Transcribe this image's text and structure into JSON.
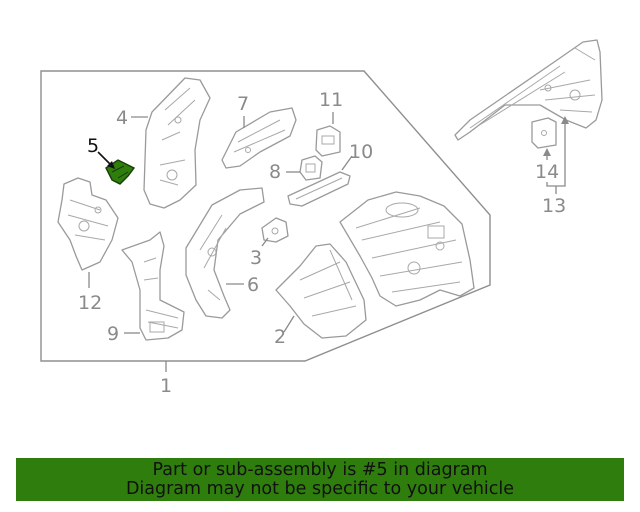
{
  "callouts": {
    "c1": "1",
    "c2": "2",
    "c3": "3",
    "c4": "4",
    "c5": "5",
    "c6": "6",
    "c7": "7",
    "c8": "8",
    "c9": "9",
    "c10": "10",
    "c11": "11",
    "c12": "12",
    "c13": "13",
    "c14": "14"
  },
  "banner": {
    "line1": "Part or sub-assembly is #5 in diagram",
    "line2": "Diagram may not be specific to your vehicle"
  },
  "colors": {
    "banner_bg": "#2f7d0d",
    "highlight_part": "#2f7d0d",
    "line_gray": "#9a9a9a"
  }
}
